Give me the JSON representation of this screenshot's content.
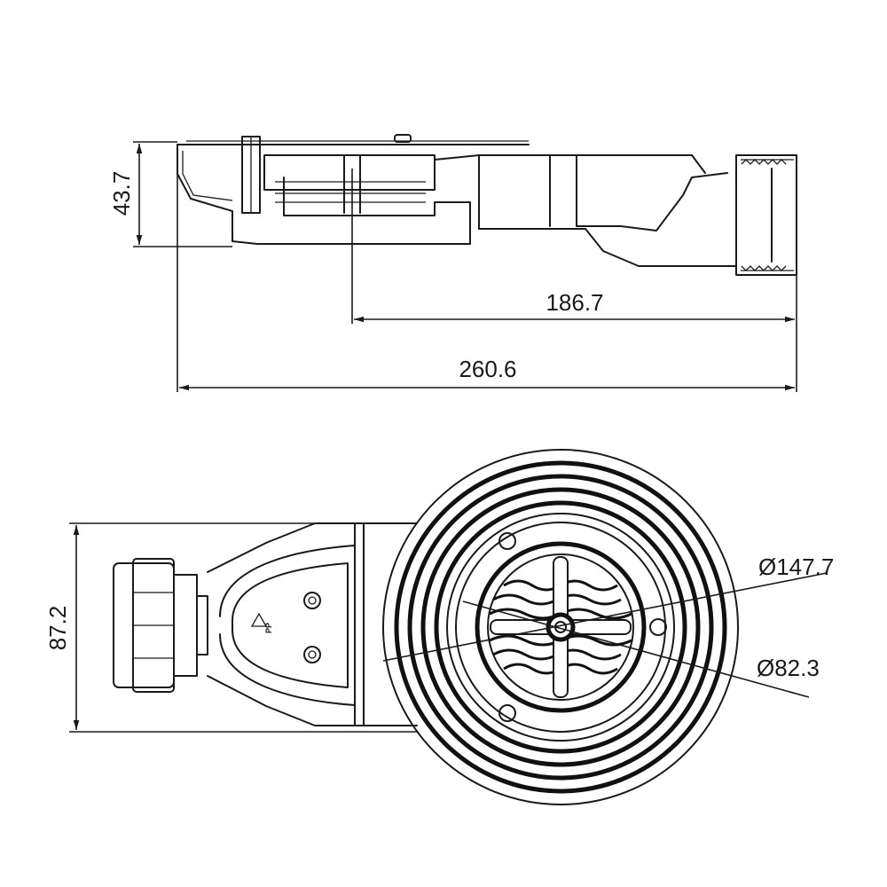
{
  "dimensions": {
    "height_side": "43.7",
    "outlet_offset": "186.7",
    "total_length": "260.6",
    "height_top": "87.2",
    "outer_diameter": "Ø147.7",
    "inner_diameter": "Ø82.3"
  },
  "marks": {
    "material": "PP"
  },
  "colors": {
    "line": "#1a1a1a",
    "background": "#ffffff"
  }
}
